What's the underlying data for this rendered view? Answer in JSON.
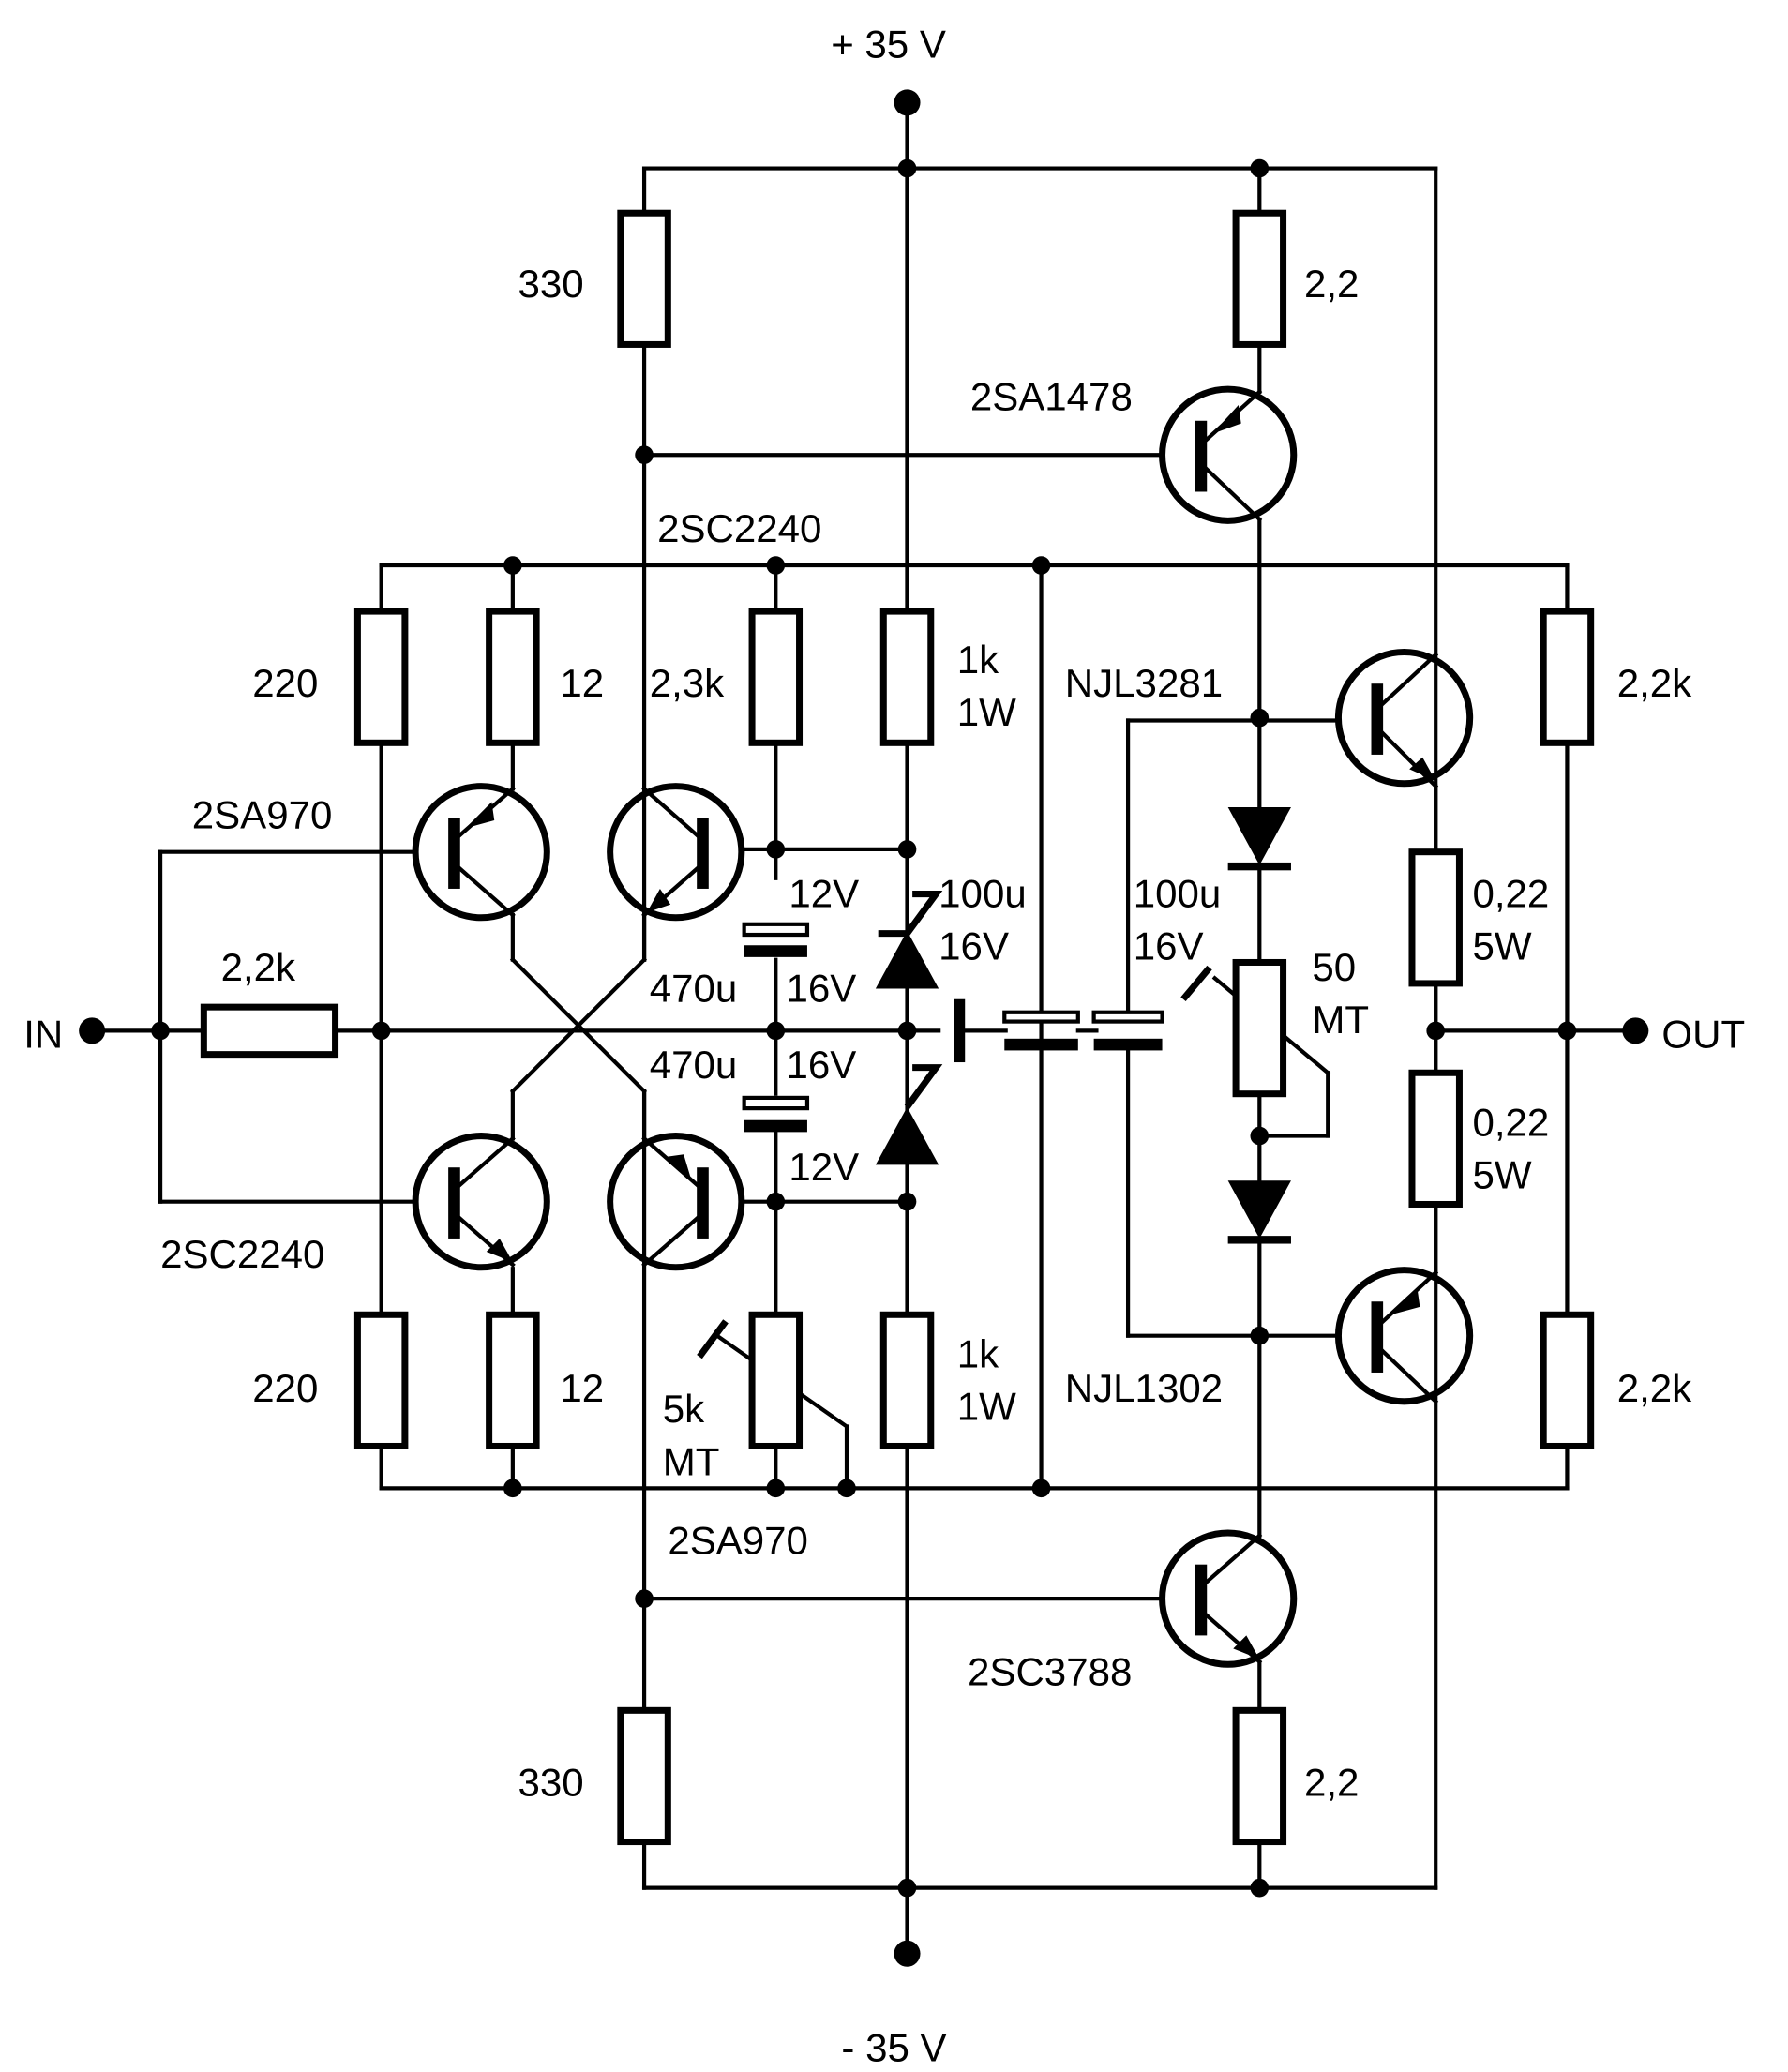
{
  "supply": {
    "pos": "+ 35 V",
    "neg": "- 35 V"
  },
  "io": {
    "input": "IN",
    "output": "OUT"
  },
  "resistors": {
    "r_330_top": "330",
    "r_2_2_top": "2,2",
    "r_220_top": "220",
    "r_12_top": "12",
    "r_2_3k": "2,3k",
    "r_1k_top_a": "1k",
    "r_1k_top_b": "1W",
    "r_2_2k_right_top": "2,2k",
    "r_0_22_top_a": "0,22",
    "r_0_22_top_b": "5W",
    "r_0_22_bot_a": "0,22",
    "r_0_22_bot_b": "5W",
    "r_2_2k_in": "2,2k",
    "r_220_bot": "220",
    "r_12_bot": "12",
    "r_5k_a": "5k",
    "r_5k_b": "MT",
    "r_1k_bot_a": "1k",
    "r_1k_bot_b": "1W",
    "r_2_2k_right_bot": "2,2k",
    "r_330_bot": "330",
    "r_2_2_bot": "2,2",
    "r_50_a": "50",
    "r_50_b": "MT"
  },
  "capacitors": {
    "c_470u_top": "470u",
    "c_16v_top": "16V",
    "c_470u_bot": "470u",
    "c_16v_bot": "16V",
    "c_100u_left_a": "100u",
    "c_100u_left_b": "16V",
    "c_100u_right_a": "100u",
    "c_100u_right_b": "16V"
  },
  "zeners": {
    "z_top": "12V",
    "z_bot": "12V"
  },
  "transistors": {
    "q_2sa1478": "2SA1478",
    "q_2sc2240_top": "2SC2240",
    "q_2sa970_left": "2SA970",
    "q_njl3281": "NJL3281",
    "q_2sc2240_left": "2SC2240",
    "q_njl1302": "NJL1302",
    "q_2sa970_bot": "2SA970",
    "q_2sc3788": "2SC3788"
  }
}
